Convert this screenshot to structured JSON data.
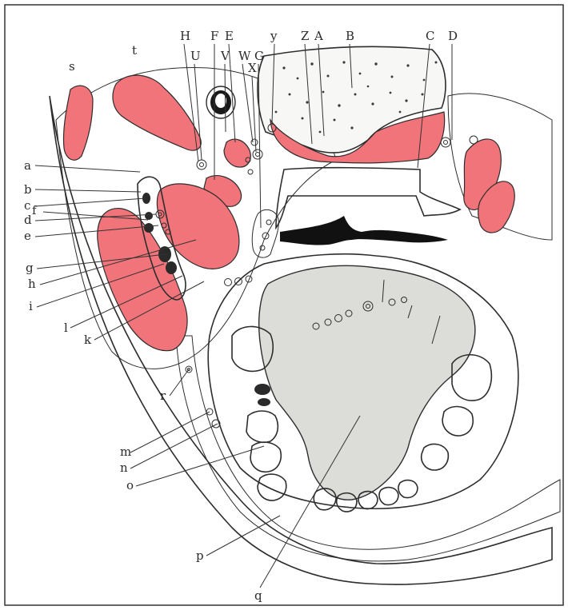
{
  "colors": {
    "muscle": "#f0747a",
    "background": "#ffffff",
    "tissue": "#f3f3f1",
    "tongue": "#dcdcd8",
    "ink": "#2d2d2d",
    "bone_dots": "#3a3a3a"
  },
  "labels": {
    "H": "H",
    "U": "U",
    "F": "F",
    "E": "E",
    "V": "V",
    "W": "W",
    "X": "X",
    "G": "G",
    "y": "y",
    "Z": "Z",
    "A": "A",
    "B": "B",
    "C": "C",
    "D": "D",
    "s": "s",
    "t": "t",
    "a": "a",
    "b": "b",
    "c": "c",
    "d": "d",
    "e": "e",
    "f": "f",
    "g": "g",
    "h": "h",
    "i": "i",
    "l": "l",
    "k": "k",
    "r": "r",
    "m": "m",
    "n": "n",
    "o": "o",
    "p": "p",
    "q": "q"
  }
}
